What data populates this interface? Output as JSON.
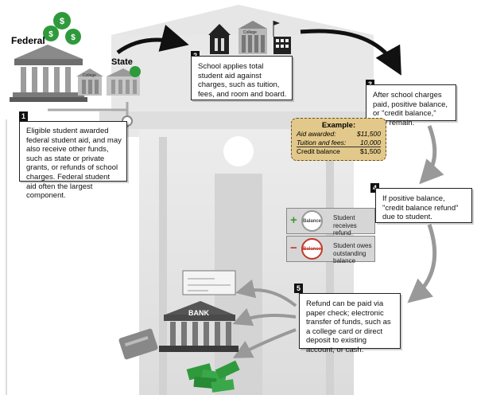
{
  "labels": {
    "federal": "Federal",
    "state": "State",
    "college": "College",
    "bank": "BANK"
  },
  "steps": [
    {
      "number": "1",
      "text": "Eligible student awarded federal student aid, and may also receive other funds, such as state or private grants, or refunds of school charges. Federal student aid often the largest component."
    },
    {
      "number": "2",
      "text": "School applies total student aid against charges, such as tuition, fees, and room and board."
    },
    {
      "number": "3",
      "text": "After school charges paid, positive balance, or \"credit balance,\" may remain."
    },
    {
      "number": "4",
      "text": "If positive balance, \"credit balance refund\" due to student."
    },
    {
      "number": "5",
      "text": "Refund can be paid via paper check; electronic transfer of funds, such as a college card or direct deposit to existing account; or cash."
    }
  ],
  "example": {
    "title": "Example:",
    "rows": [
      {
        "label": "Aid awarded:",
        "value": "$11,500"
      },
      {
        "label": "Tuition and fees:",
        "value": "10,000"
      },
      {
        "label": "Credit balance",
        "value": "$1,500"
      }
    ]
  },
  "options": [
    {
      "sign": "+",
      "badge": "Balance",
      "text": "Student receives refund",
      "color": "#3f9a2e"
    },
    {
      "sign": "−",
      "badge": "Balance",
      "text": "Student owes outstanding balance",
      "color": "#c0392b"
    }
  ],
  "colors": {
    "building": "#e2e2e2",
    "money": "#2f9a3c",
    "arrow": "#111111"
  }
}
